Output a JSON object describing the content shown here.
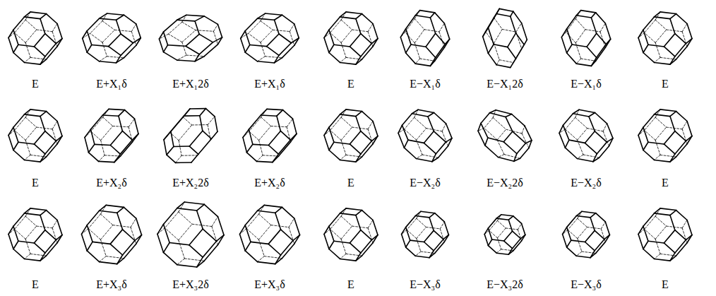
{
  "diagram": {
    "labels": [
      "E",
      "E+X₁δ",
      "E+X₁2δ",
      "E+X₁δ",
      "E",
      "E−X₁δ",
      "E−X₁2δ",
      "E−X₁δ",
      "E",
      "E",
      "E+X₂δ",
      "E+X₂2δ",
      "E+X₂δ",
      "E",
      "E−X₂δ",
      "E−X₂2δ",
      "E−X₂δ",
      "E",
      "E",
      "E+X₃δ",
      "E+X₃2δ",
      "E+X₃δ",
      "E",
      "E−X₃δ",
      "E−X₃2δ",
      "E−X₃δ",
      "E"
    ]
  }
}
